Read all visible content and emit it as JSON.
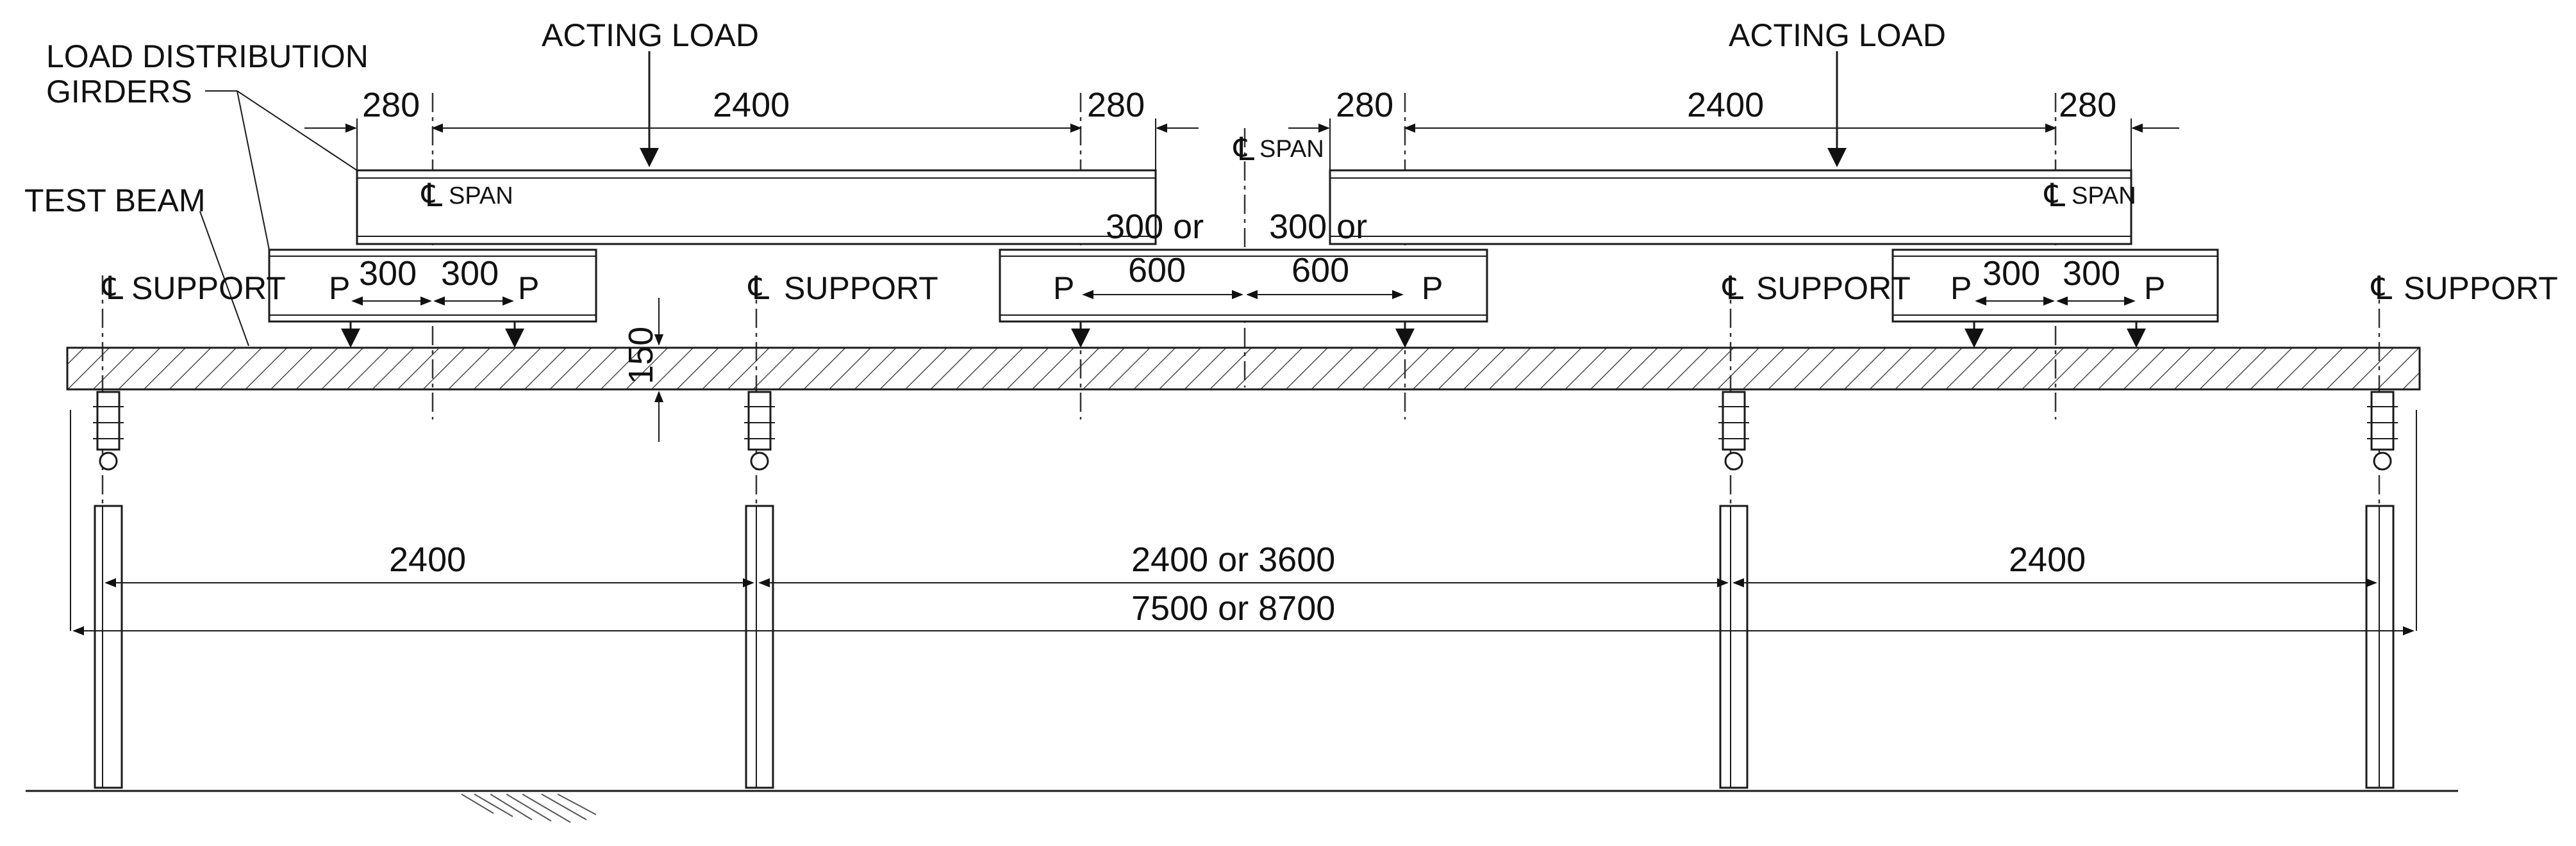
{
  "labels": {
    "load_distribution_girders_l1": "LOAD DISTRIBUTION",
    "load_distribution_girders_l2": "GIRDERS",
    "test_beam": "TEST BEAM",
    "acting_load_left": "ACTING LOAD",
    "acting_load_right": "ACTING LOAD",
    "cl_span_top": "SPAN",
    "cl_span_left": "SPAN",
    "cl_span_right": "SPAN",
    "support_1": "SUPPORT",
    "support_2": "SUPPORT",
    "support_3": "SUPPORT",
    "support_4": "SUPPORT",
    "centerline_symbol": "℄",
    "p": "P"
  },
  "dimensions": {
    "left_280a": "280",
    "left_2400": "2400",
    "left_280b": "280",
    "right_280a": "280",
    "right_2400": "2400",
    "right_280b": "280",
    "left_300a": "300",
    "left_300b": "300",
    "mid_300_or_left": "300 or",
    "mid_600_left": "600",
    "mid_300_or_right": "300 or",
    "mid_600_right": "600",
    "right_300a": "300",
    "right_300b": "300",
    "beam_depth": "150",
    "span_left": "2400",
    "span_mid": "2400 or 3600",
    "span_right": "2400",
    "span_total": "7500 or 8700"
  }
}
